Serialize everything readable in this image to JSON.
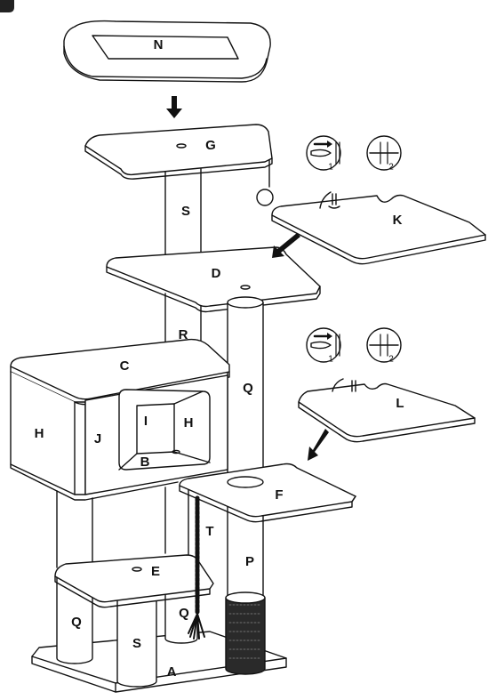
{
  "labels": {
    "N": "N",
    "G": "G",
    "S_top": "S",
    "K": "K",
    "D": "D",
    "R": "R",
    "C": "C",
    "Q_tall": "Q",
    "L": "L",
    "H_left": "H",
    "J": "J",
    "I": "I",
    "H_inner": "H",
    "B": "B",
    "F": "F",
    "T": "T",
    "P": "P",
    "E": "E",
    "Q_bottom": "Q",
    "Q_small": "Q",
    "S_bottom": "S",
    "A": "A"
  },
  "steps": {
    "k_step1": "1",
    "k_step2": "2",
    "l_step1": "1",
    "l_step2": "2"
  }
}
